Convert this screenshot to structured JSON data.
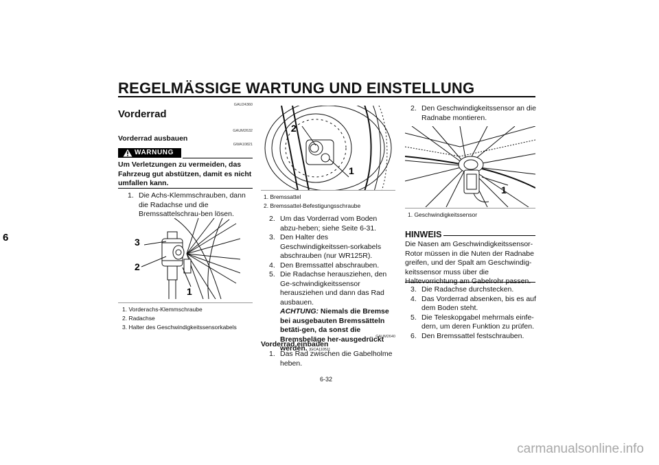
{
  "header": {
    "title": "REGELMÄSSIGE WARTUNG UND EINSTELLUNG"
  },
  "side_tab": "6",
  "col1": {
    "code1": "GAU24360",
    "heading": "Vorderrad",
    "code2": "GAUM2632",
    "subheading": "Vorderrad ausbauen",
    "warn_code": "GWA10821",
    "warning_label": "WARNUNG",
    "warning_text": "Um Verletzungen zu vermeiden, das Fahrzeug gut abstützen, damit es nicht umfallen kann.",
    "step1_num": "1.",
    "step1_text": "Die Achs-Klemmschrauben, dann die Radachse und die Bremssattelschrau-ben lösen.",
    "figure_callouts": [
      "1",
      "2",
      "3"
    ],
    "captions": [
      "1. Vorderachs-Klemmschraube",
      "2. Radachse",
      "3. Halter des Geschwindigkeitssensorkabels"
    ]
  },
  "col2": {
    "figure_callouts": [
      "1",
      "2"
    ],
    "captions": [
      "1. Bremssattel",
      "2. Bremssattel-Befestigungsschraube"
    ],
    "steps": [
      {
        "num": "2.",
        "text": "Um das Vorderrad vom Boden abzu-heben; siehe Seite 6-31."
      },
      {
        "num": "3.",
        "text": "Den Halter des Geschwindigkeitssen-sorkabels abschrauben (nur WR125R)."
      },
      {
        "num": "4.",
        "text": "Den Bremssattel abschrauben."
      },
      {
        "num": "5.",
        "text": "Die Radachse herausziehen, den Ge-schwindigkeitssensor herausziehen und dann das Rad ausbauen."
      }
    ],
    "caution_label": "ACHTUNG:",
    "caution_text": "Niemals die Bremse bei ausgebauten Bremssätteln betäti-gen, da sonst die Bremsbeläge her-ausgedrückt werden.",
    "caution_code": "[GCA11051]",
    "code3": "GAUM2640",
    "install_heading": "Vorderrad einbauen",
    "install_step1_num": "1.",
    "install_step1_text": "Das Rad zwischen die Gabelholme heben."
  },
  "col3": {
    "step2_num": "2.",
    "step2_text": "Den Geschwindigkeitssensor an die Radnabe montieren.",
    "figure_callouts": [
      "1"
    ],
    "caption": "1. Geschwindigkeitssensor",
    "note_label": "HINWEIS",
    "note_text": "Die Nasen am Geschwindigkeitssensor-Rotor müssen in die Nuten der Radnabe greifen, und der Spalt am Geschwindig-keitssensor muss über die Haltevorrichtung am Gabelrohr passen.",
    "steps": [
      {
        "num": "3.",
        "text": "Die Radachse durchstecken."
      },
      {
        "num": "4.",
        "text": "Das Vorderrad absenken, bis es auf dem Boden steht."
      },
      {
        "num": "5.",
        "text": "Die Teleskopgabel mehrmals einfe-dern, um deren Funktion zu prüfen."
      },
      {
        "num": "6.",
        "text": "Den Bremssattel festschrauben."
      }
    ]
  },
  "footer": {
    "page": "6-32"
  },
  "watermark": "carmanualsonline.info"
}
